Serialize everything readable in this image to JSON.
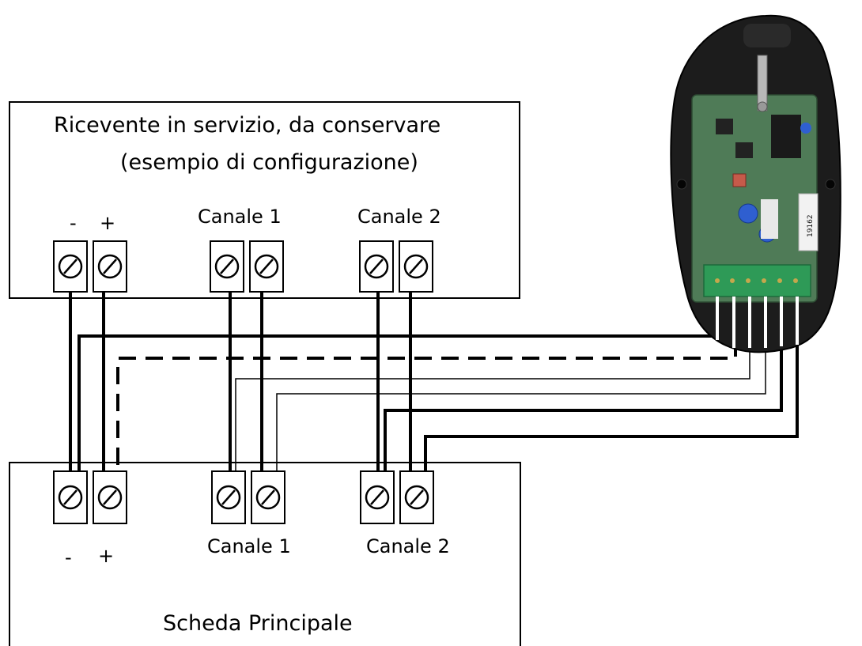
{
  "receiver_box": {
    "title_line1": "Ricevente in servizio, da conservare",
    "title_line2": "(esempio di configurazione)",
    "polarity_minus": "-",
    "polarity_plus": "+",
    "channel1": "Canale 1",
    "channel2": "Canale 2"
  },
  "main_board": {
    "title": "Scheda Principale",
    "polarity_minus": "-",
    "polarity_plus": "+",
    "channel1": "Canale 1",
    "channel2": "Canale 2"
  },
  "device": {
    "label_number": "19162"
  },
  "colors": {
    "wire": "#000000",
    "device_body": "#1c1c1c",
    "pcb": "#4f7b57",
    "terminal_block": "#2e9a57"
  }
}
